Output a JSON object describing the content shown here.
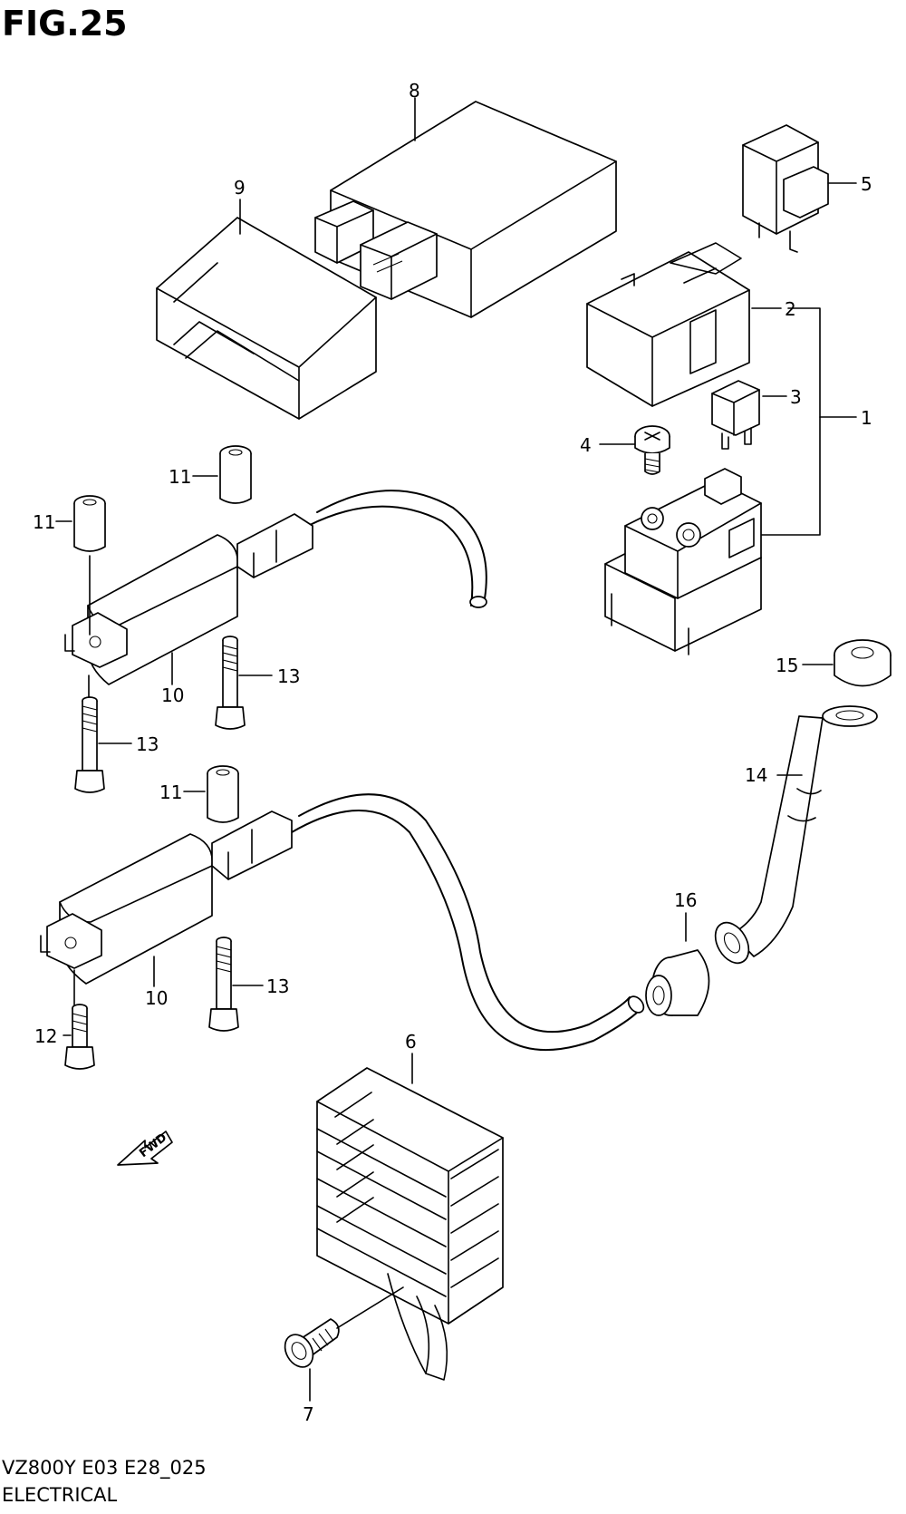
{
  "figure": {
    "title": "FIG.25",
    "footer_code": "VZ800Y E03 E28_025",
    "section": "ELECTRICAL",
    "fwd_label": "FWD"
  },
  "callouts": {
    "c1": "1",
    "c2": "2",
    "c3": "3",
    "c4": "4",
    "c5": "5",
    "c6": "6",
    "c7": "7",
    "c8": "8",
    "c9": "9",
    "c10a": "10",
    "c10b": "10",
    "c11a": "11",
    "c11b": "11",
    "c11c": "11",
    "c12": "12",
    "c13a": "13",
    "c13b": "13",
    "c13c": "13",
    "c14": "14",
    "c15": "15",
    "c16": "16"
  }
}
